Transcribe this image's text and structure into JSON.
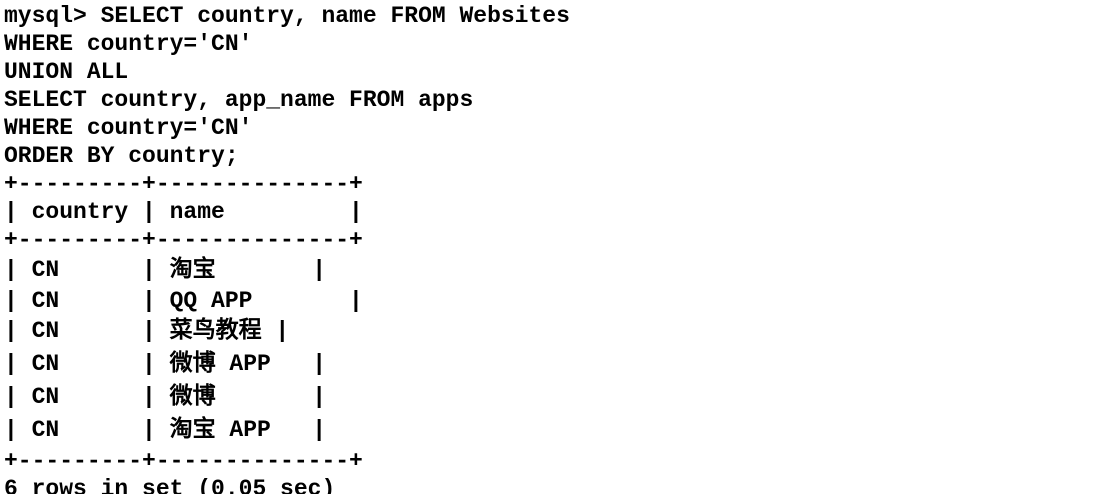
{
  "colors": {
    "background": "#ffffff",
    "text": "#000000"
  },
  "terminal": {
    "prompt": "mysql>",
    "query": {
      "lines": [
        "mysql> SELECT country, name FROM Websites",
        "WHERE country='CN'",
        "UNION ALL",
        "SELECT country, app_name FROM apps",
        "WHERE country='CN'",
        "ORDER BY country;"
      ]
    },
    "result_table": {
      "columns": [
        "country",
        "name"
      ],
      "rows": [
        {
          "country": "CN",
          "name": "淘宝"
        },
        {
          "country": "CN",
          "name": "QQ APP"
        },
        {
          "country": "CN",
          "name": "菜鸟教程"
        },
        {
          "country": "CN",
          "name": "微博 APP"
        },
        {
          "country": "CN",
          "name": "微博"
        },
        {
          "country": "CN",
          "name": "淘宝 APP"
        }
      ]
    },
    "status_line": "6 rows in set (0.05 sec)",
    "lines": [
      "mysql> SELECT country, name FROM Websites",
      "WHERE country='CN'",
      "UNION ALL",
      "SELECT country, app_name FROM apps",
      "WHERE country='CN'",
      "ORDER BY country;",
      "+---------+--------------+",
      "| country | name         |",
      "+---------+--------------+",
      "| CN      | 淘宝       |",
      "| CN      | QQ APP       |",
      "| CN      | 菜鸟教程 |",
      "| CN      | 微博 APP   |",
      "| CN      | 微博       |",
      "| CN      | 淘宝 APP   |",
      "+---------+--------------+",
      "6 rows in set (0.05 sec)"
    ]
  }
}
